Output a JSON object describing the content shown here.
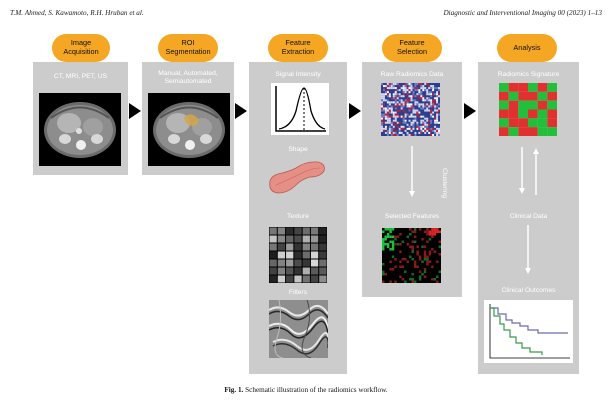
{
  "header": {
    "authors": "T.M. Ahmed, S. Kawamoto, R.H. Hruban et al.",
    "journal": "Diagnostic and Interventional Imaging 00 (2023) 1–13"
  },
  "stages": [
    {
      "title": "Image\nAcquisition",
      "subtitle": "CT, MRI, PET, US"
    },
    {
      "title": "ROI\nSegmentation",
      "subtitle": "Manual, Automated,\nSemiautomated"
    },
    {
      "title": "Feature\nExtraction",
      "subtitle": "Signal Intensity"
    },
    {
      "title": "Feature\nSelection",
      "subtitle": "Raw Radiomics Data"
    },
    {
      "title": "Analysis",
      "subtitle": "Radiomics Signature"
    }
  ],
  "extraction": {
    "shape": "Shape",
    "texture": "Texture",
    "filters": "Filters"
  },
  "selection": {
    "clustering": "Clustering",
    "selected": "Selected Features"
  },
  "analysis": {
    "clinical_data": "Clinical Data",
    "clinical_outcomes": "Clinical Outcomes"
  },
  "caption": {
    "label": "Fig. 1.",
    "text": "Schematic illustration of the radiomics workflow."
  },
  "colors": {
    "pill": "#f5a623",
    "panel": "#cccccc",
    "arrow": "#000000",
    "km_upper": "#6a6ab0",
    "km_lower": "#3a9a4a"
  }
}
